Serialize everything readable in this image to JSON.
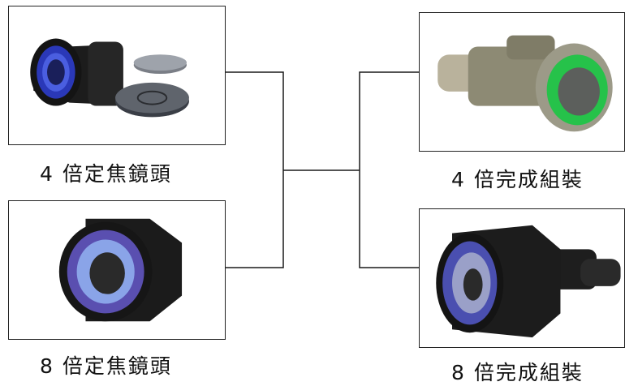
{
  "diagram": {
    "left": [
      {
        "id": "4x-lens",
        "label": "4 倍定焦鏡頭",
        "image": "4x-fixed-focus-lens-with-lens-caps"
      },
      {
        "id": "8x-lens",
        "label": "8 倍定焦鏡頭",
        "image": "8x-fixed-focus-lens"
      }
    ],
    "right": [
      {
        "id": "4x-assembled",
        "label": "4 倍完成組裝",
        "image": "4x-assembled-night-vision-goggle"
      },
      {
        "id": "8x-assembled",
        "label": "8 倍完成組裝",
        "image": "8x-assembled-night-vision-goggle"
      }
    ],
    "colors": {
      "line": "#1a1a1a",
      "border": "#222222",
      "lens_blue": "#3a4fd8",
      "lens_green": "#22c84a"
    }
  }
}
